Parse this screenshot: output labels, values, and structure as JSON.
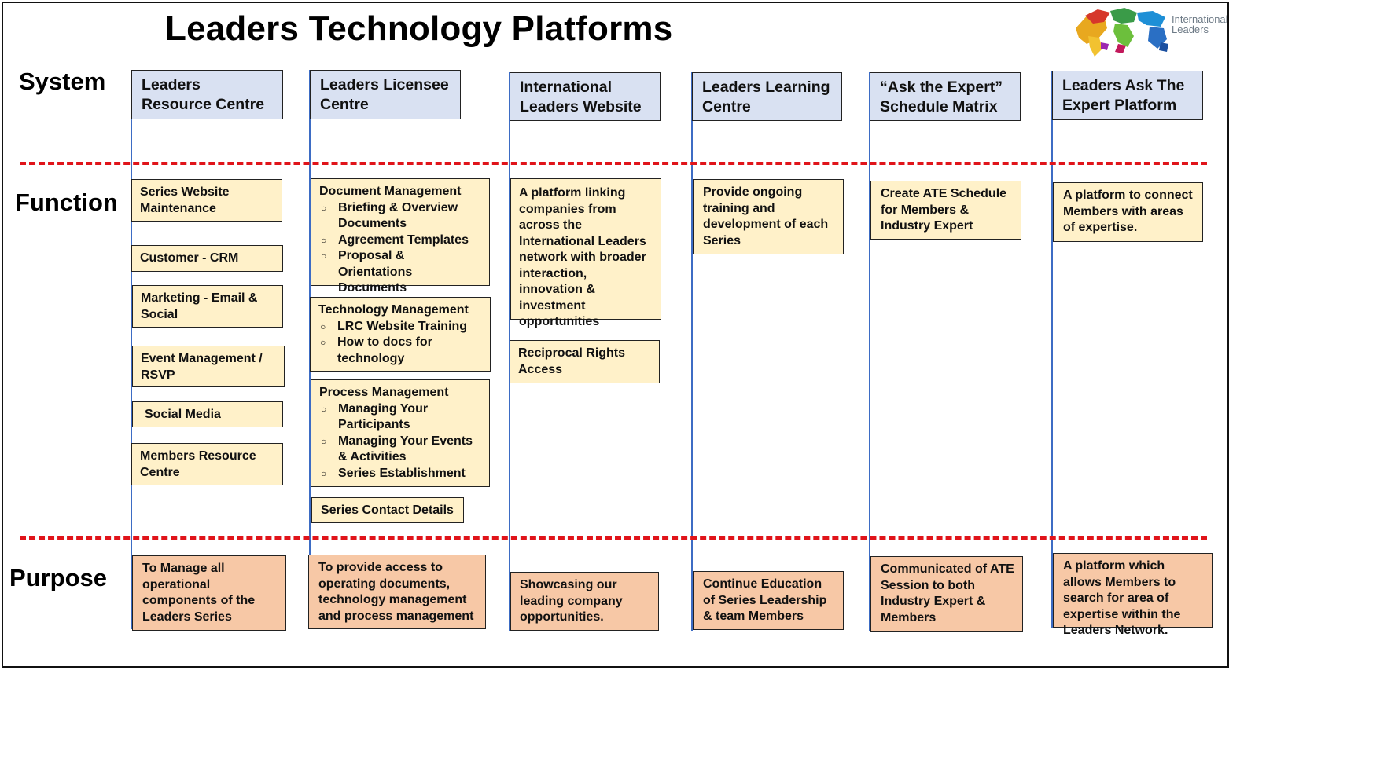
{
  "title": "Leaders Technology Platforms",
  "row_labels": {
    "system": "System",
    "function": "Function",
    "purpose": "Purpose"
  },
  "logo": {
    "line1": "International",
    "line2": "Leaders"
  },
  "colors": {
    "system_box": "#d9e1f2",
    "function_box": "#fff1c9",
    "purpose_box": "#f7c8a6",
    "divider": "#e0141a",
    "connector": "#3d6cc4"
  },
  "columns": [
    {
      "system": "Leaders Resource Centre",
      "functions": [
        {
          "text": "Series Website Maintenance"
        },
        {
          "text": "Customer - CRM"
        },
        {
          "text": "Marketing - Email & Social"
        },
        {
          "text": "Event Management / RSVP"
        },
        {
          "text": "Social Media"
        },
        {
          "text": "Members  Resource Centre"
        }
      ],
      "purpose": "To Manage all operational components of the Leaders Series"
    },
    {
      "system": "Leaders Licensee Centre",
      "functions": [
        {
          "heading": "Document Management",
          "items": [
            "Briefing & Overview Documents",
            "Agreement Templates",
            "Proposal & Orientations Documents"
          ]
        },
        {
          "heading": "Technology Management",
          "items": [
            "LRC Website Training",
            "How to docs for technology"
          ]
        },
        {
          "heading": "Process Management",
          "items": [
            "Managing Your Participants",
            "Managing Your Events & Activities",
            "Series Establishment"
          ]
        },
        {
          "text": "Series Contact Details"
        }
      ],
      "purpose": "To provide access to operating documents, technology management and process management"
    },
    {
      "system": "International Leaders Website",
      "functions": [
        {
          "text": "A platform linking companies from across the International Leaders network with broader interaction, innovation & investment opportunities"
        },
        {
          "text": "Reciprocal Rights Access"
        }
      ],
      "purpose": "Showcasing our leading company opportunities."
    },
    {
      "system": "Leaders Learning Centre",
      "functions": [
        {
          "text": "Provide ongoing training and development of each Series"
        }
      ],
      "purpose": "Continue Education of Series Leadership & team Members"
    },
    {
      "system": "“Ask the Expert” Schedule Matrix",
      "functions": [
        {
          "text": "Create ATE Schedule for Members & Industry Expert"
        }
      ],
      "purpose": "Communicated of ATE Session to both Industry Expert & Members"
    },
    {
      "system": "Leaders Ask The Expert Platform",
      "functions": [
        {
          "text": "A platform to connect Members with areas of expertise."
        }
      ],
      "purpose": "A platform which allows Members to search for area of expertise within the Leaders Network."
    }
  ]
}
